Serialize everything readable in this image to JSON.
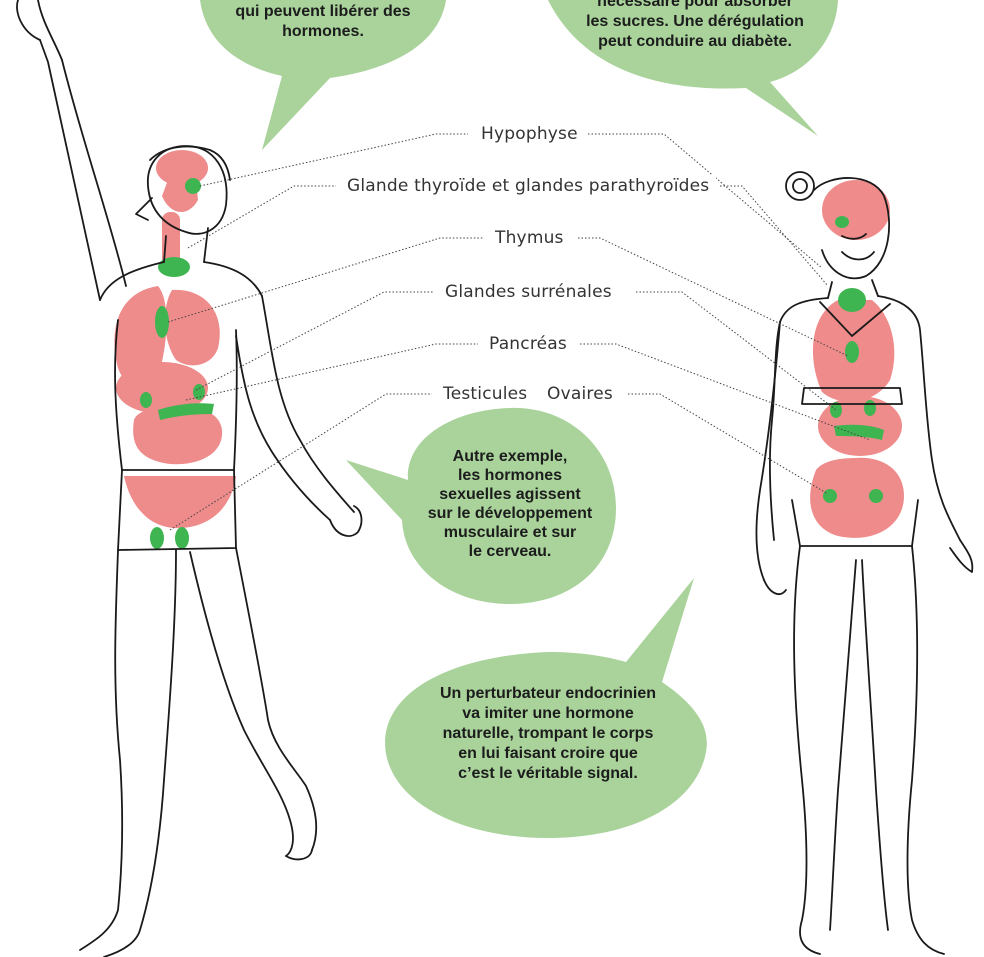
{
  "colors": {
    "bubble": "#a9d39b",
    "organ": "#ec7777",
    "gland": "#3fb552",
    "outline": "#1a1a1a"
  },
  "bubbles": {
    "top_left": [
      "qui peuvent libérer des",
      "hormones."
    ],
    "top_right": [
      "nécessaire pour absorber",
      "les sucres. Une dérégulation",
      "peut conduire au diabète."
    ],
    "middle": [
      "Autre exemple,",
      "les hormones",
      "sexuelles agissent",
      "sur le développement",
      "musculaire et sur",
      "le cerveau."
    ],
    "bottom": [
      "Un perturbateur endocrinien",
      "va imiter une hormone",
      "naturelle, trompant le corps",
      "en lui faisant croire que",
      "c’est le véritable signal."
    ]
  },
  "labels": {
    "hypophyse": "Hypophyse",
    "thyroide": "Glande thyroïde et glandes parathyroïdes",
    "thymus": "Thymus",
    "surrenales": "Glandes surrénales",
    "pancreas": "Pancréas",
    "testicules": "Testicules",
    "ovaires": "Ovaires"
  }
}
